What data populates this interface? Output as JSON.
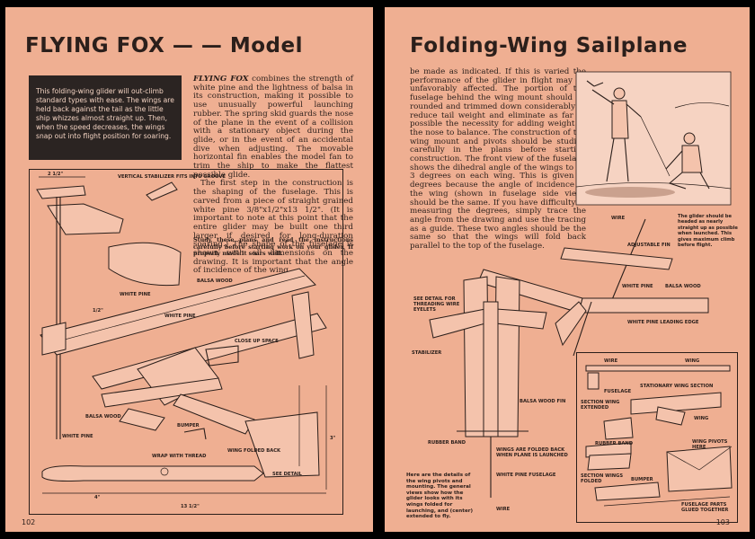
{
  "left_page": {
    "title": "FLYING FOX — — Model",
    "caption": "This folding-wing glider will out-climb standard types with ease. The wings are held back against the tail as the little ship whizzes almost straight up. Then, when the speed decreases, the wings snap out into flight position for soaring.",
    "lead": "FLYING FOX",
    "body_1": "combines the strength of white pine and the lightness of balsa in its construction, making it possible to use unusually powerful launching rubber. The spring skid guards the nose of the plane in the event of a collision with a stationary object during the glide, or in the event of an accidental dive when adjusting. The movable horizontal fin enables the model fan to trim the ship to make the flattest possible glide.",
    "body_2": "The first step in the construction is the shaping of the fuselage. This is carved from a piece of straight grained white pine 3/8\"x1/2\"x13 1/2\". (It is important to note at this point that the entire glider may be built one third larger if desired for long-duration soaring.) The shape of the fuselage is shown with all dimensions on the drawing. It is important that the angle of incidence of the wing",
    "note": "Study these plans and read the instructions carefully before starting work on your glider. If properly made it soars well.",
    "folio": "102",
    "labels": {
      "vertical_stabilizer": "VERTICAL STABILIZER FITS INTO GROOVE",
      "balsa_wood_top": "BALSA WOOD",
      "white_pine_1": "WHITE PINE",
      "white_pine_2": "WHITE PINE",
      "close_up_space": "CLOSE UP SPACE",
      "balsa_wood_bottom": "BALSA WOOD",
      "bumper": "BUMPER",
      "white_pine_3": "WHITE PINE",
      "wrap_with_thread": "WRAP WITH THREAD",
      "wing_folded_back": "WING FOLDED BACK",
      "see_detail": "SEE DETAIL",
      "dim_a": "2 1/2\"",
      "dim_b": "1/2\"",
      "dim_c": "3\"",
      "dim_d": "4\"",
      "dim_e": "13 1/2\""
    }
  },
  "right_page": {
    "title": "Folding-Wing Sailplane",
    "body": "be made as indicated. If this is varied the performance of the glider in flight may be unfavorably affected. The portion of the fuselage behind the wing mount should be rounded and trimmed down considerably to reduce tail weight and eliminate as far as possible the necessity for adding weight to the nose to balance. The construction of the wing mount and pivots should be studied carefully in the plans before starting construction. The front view of the fuselage shows the dihedral angle of the wings to be 3 degrees on each wing. This is given in degrees because the angle of incidence of the wing (shown in fuselage side view) should be the same. If you have difficulty in measuring the degrees, simply trace the angle from the drawing and use the tracing as a guide. These two angles should be the same so that the wings will fold back parallel to the top of the fuselage.",
    "sketch_caption": "The glider should be headed as nearly straight up as possible when launched. This gives maximum climb before flight.",
    "pivot_note": "Here are the details of the wing pivots and mounting. The general views show how the glider looks with its wings folded for launching, and (center) extended to fly.",
    "folio": "103",
    "labels": {
      "wire_top": "WIRE",
      "adjustable_fin": "ADJUSTABLE FIN",
      "white_pine": "WHITE PINE",
      "balsa_wood": "BALSA WOOD",
      "white_pine_leading_edge": "WHITE PINE LEADING EDGE",
      "see_detail_threading": "SEE DETAIL FOR THREADING WIRE EYELETS",
      "stabilizer": "STABILIZER",
      "balsa_wood_fin": "BALSA WOOD FIN",
      "rubber_band": "RUBBER BAND",
      "wings_folded_back": "WINGS ARE FOLDED BACK WHEN PLANE IS LAUNCHED",
      "white_pine_fuselage": "WHITE PINE FUSELAGE",
      "wire_bottom": "WIRE",
      "detail_wire": "WIRE",
      "detail_wing": "WING",
      "fuselage": "FUSELAGE",
      "stationary_wing_section": "STATIONARY WING SECTION",
      "section_wing_extended": "SECTION WING EXTENDED",
      "detail_wing_2": "WING",
      "rubber_band_detail": "RUBBER BAND",
      "wing_pivots_here": "WING PIVOTS HERE",
      "section_wings_folded": "SECTION WINGS FOLDED",
      "bumper": "BUMPER",
      "fuselage_parts_glued": "FUSELAGE PARTS GLUED TOGETHER"
    }
  }
}
